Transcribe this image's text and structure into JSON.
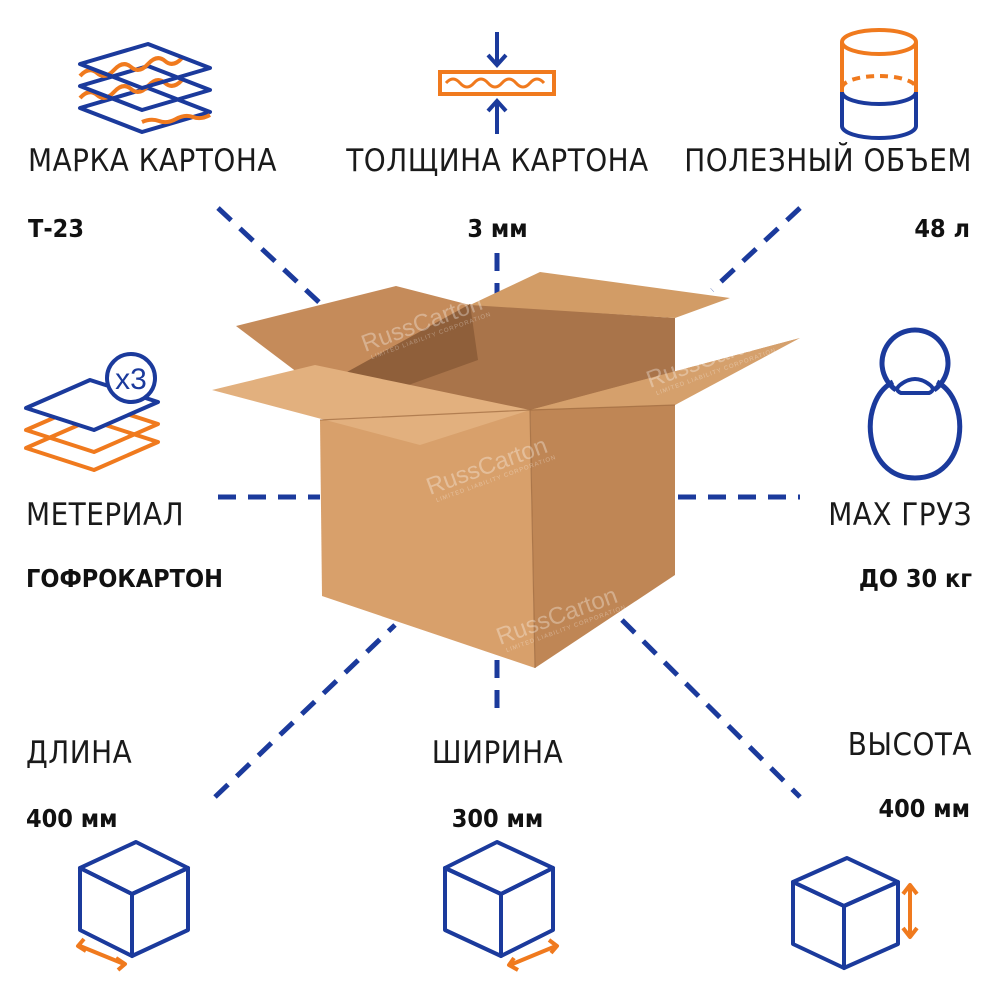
{
  "colors": {
    "blue": "#1b3a9c",
    "orange": "#f07a1e",
    "dash": "#1b3a9c",
    "cardboard": "#d49a62"
  },
  "brand": {
    "watermark": "RussCarton",
    "sub": "LIMITED LIABILITY CORPORATION"
  },
  "specs": {
    "grade": {
      "label": "МАРКА КАРТОНА",
      "value": "Т-23",
      "icon": "cardboard-layers-icon"
    },
    "thickness": {
      "label": "ТОЛЩИНА КАРТОНА",
      "value": "3 мм",
      "icon": "thickness-gauge-icon"
    },
    "volume": {
      "label": "ПОЛЕЗНЫЙ ОБЪЕМ",
      "value": "48 л",
      "icon": "cylinder-volume-icon"
    },
    "material": {
      "label": "МЕТЕРИАЛ",
      "value": "ГОФРОКАРТОН",
      "icon": "sheet-stack-icon",
      "badge": "x3"
    },
    "max_load": {
      "label": "МАХ ГРУЗ",
      "value": "ДО 30 кг",
      "icon": "kettlebell-icon"
    },
    "length": {
      "label": "ДЛИНА",
      "value": "400 мм",
      "icon": "cube-length-icon"
    },
    "width": {
      "label": "ШИРИНА",
      "value": "300 мм",
      "icon": "cube-width-icon"
    },
    "height": {
      "label": "ВЫСОТА",
      "value": "400 мм",
      "icon": "cube-height-icon"
    }
  }
}
